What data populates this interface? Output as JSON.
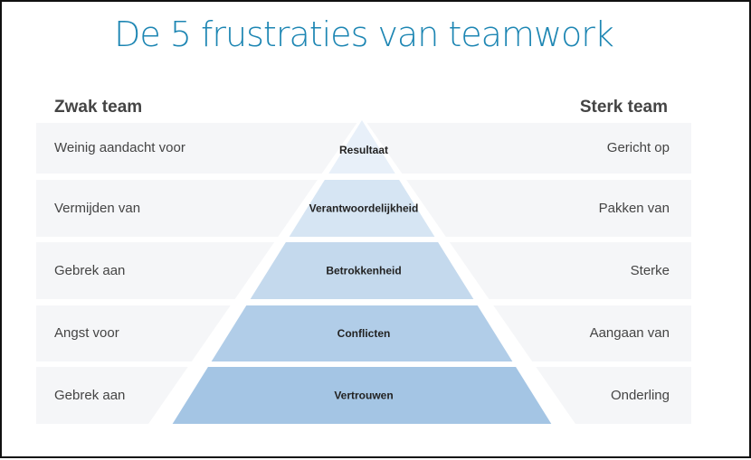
{
  "title": "De 5 frustraties van teamwork",
  "weak_heading": "Zwak team",
  "strong_heading": "Sterk team",
  "rows": [
    {
      "weak": "Weinig aandacht voor",
      "tier": "Resultaat",
      "strong": "Gericht op",
      "color": "#e8f0f9"
    },
    {
      "weak": "Vermijden van",
      "tier": "Verantwoordelijkheid",
      "strong": "Pakken van",
      "color": "#d6e5f3"
    },
    {
      "weak": "Gebrek aan",
      "tier": "Betrokkenheid",
      "strong": "Sterke",
      "color": "#c4d9ed"
    },
    {
      "weak": "Angst voor",
      "tier": "Conflicten",
      "strong": "Aangaan van",
      "color": "#b1cde8"
    },
    {
      "weak": "Gebrek aan",
      "tier": "Vertrouwen",
      "strong": "Onderling",
      "color": "#a4c5e4"
    }
  ]
}
